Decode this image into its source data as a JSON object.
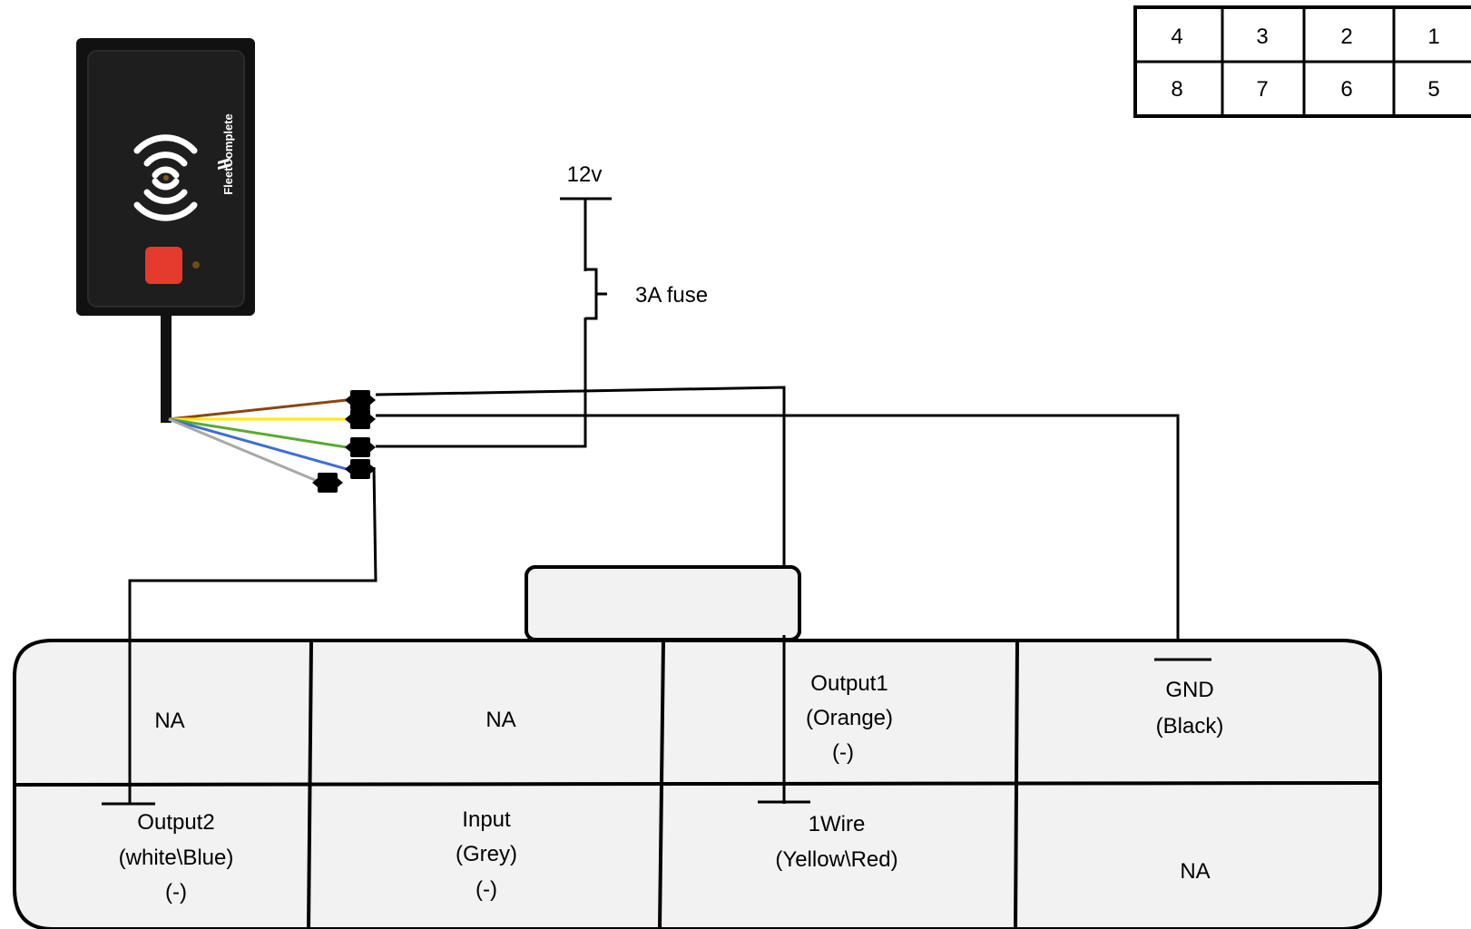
{
  "pin_table": {
    "top_row": [
      "4",
      "3",
      "2",
      "1"
    ],
    "bottom_row": [
      "8",
      "7",
      "6",
      "5"
    ]
  },
  "power": {
    "supply_label": "12v",
    "fuse_label": "3A fuse"
  },
  "connector": {
    "top_row": [
      {
        "lines": [
          "NA"
        ]
      },
      {
        "lines": [
          "NA"
        ]
      },
      {
        "lines": [
          "Output1",
          "(Orange)",
          "(-)"
        ]
      },
      {
        "lines": [
          "GND",
          "(Black)"
        ]
      }
    ],
    "bottom_row": [
      {
        "lines": [
          "Output2",
          "(white\\Blue)",
          "(-)"
        ]
      },
      {
        "lines": [
          "Input",
          "(Grey)",
          "(-)"
        ]
      },
      {
        "lines": [
          "1Wire",
          "(Yellow\\Red)"
        ]
      },
      {
        "lines": [
          "NA"
        ]
      }
    ]
  },
  "device": {
    "logo_text": "FleetComplete"
  },
  "wire_colors": {
    "brown": "#8B4513",
    "yellow": "#FFEB00",
    "green": "#5BAA2E",
    "blue": "#3E6FD1",
    "grey": "#A8A8A8",
    "button_red": "#E53A2E",
    "device_body": "#1C1C1C",
    "connector_fill": "#F2F2F2"
  }
}
